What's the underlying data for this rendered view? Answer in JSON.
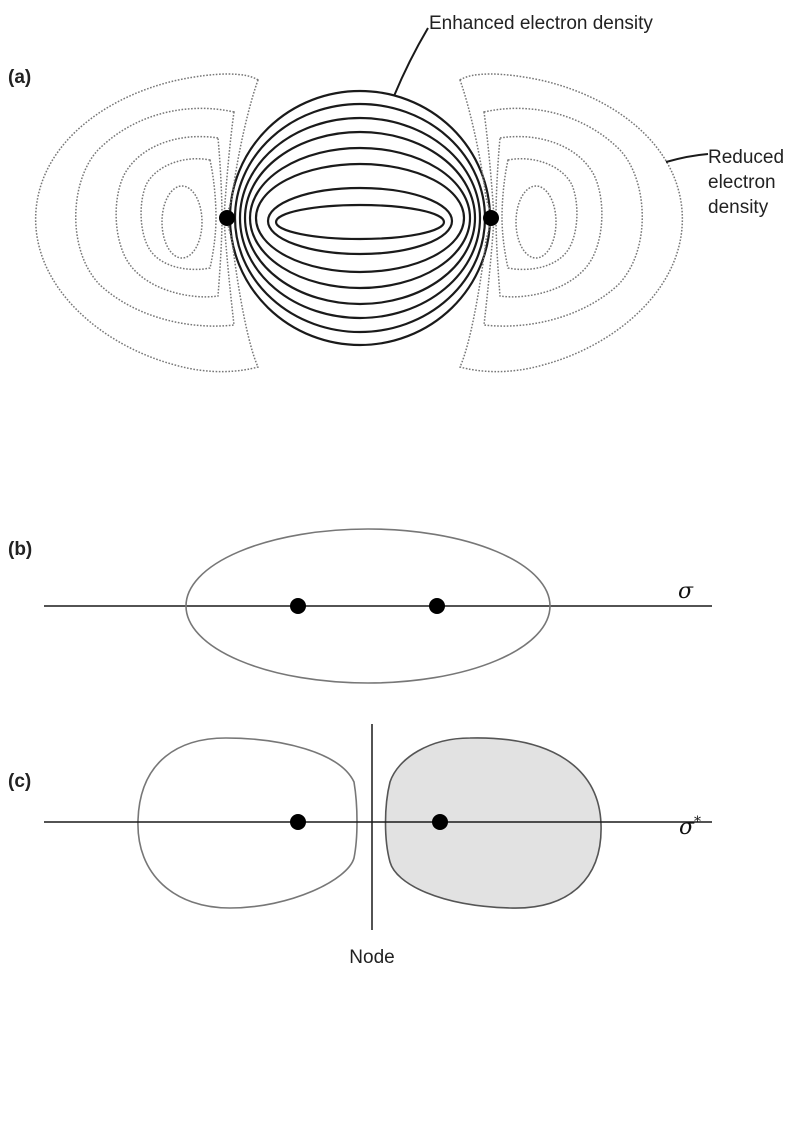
{
  "panels": {
    "a": {
      "label": "(a)",
      "enhanced_label": "Enhanced electron density",
      "reduced_label": [
        "Reduced",
        "electron",
        "density"
      ]
    },
    "b": {
      "label": "(b)",
      "orbital_symbol": "σ"
    },
    "c": {
      "label": "(c)",
      "orbital_symbol": "σ",
      "orbital_superscript": "*",
      "node_label": "Node"
    }
  },
  "colors": {
    "solid_contour": "#1a1a1a",
    "dotted_contour": "#777777",
    "shaded_lobe": "#e2e2e2",
    "nucleus": "#000000"
  }
}
